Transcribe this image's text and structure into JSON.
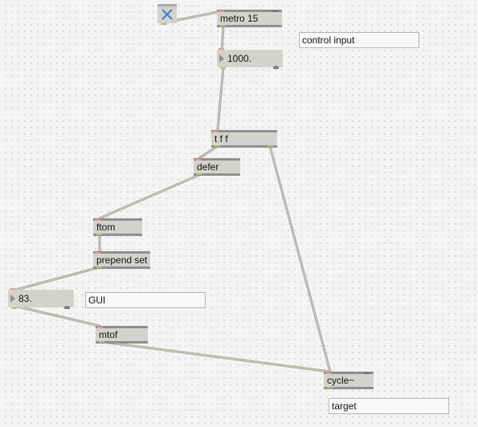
{
  "objects": {
    "metro": "metro 15",
    "tff": "t f f",
    "defer": "defer",
    "ftom": "ftom",
    "prepend": "prepend set",
    "mtof": "mtof",
    "cycle": "cycle~"
  },
  "number_boxes": {
    "top": "1000.",
    "gui": "83."
  },
  "comments": {
    "control": "control input",
    "gui": "GUI",
    "target": "target"
  },
  "toggle": {
    "state": "on",
    "icon": "x-mark-icon"
  },
  "colors": {
    "canvas": "#f4f4f4",
    "box": "#d4d2cc",
    "border": "#8f8f8f",
    "cord": "#a9a59b",
    "toggle_x": "#3b7fd6"
  }
}
